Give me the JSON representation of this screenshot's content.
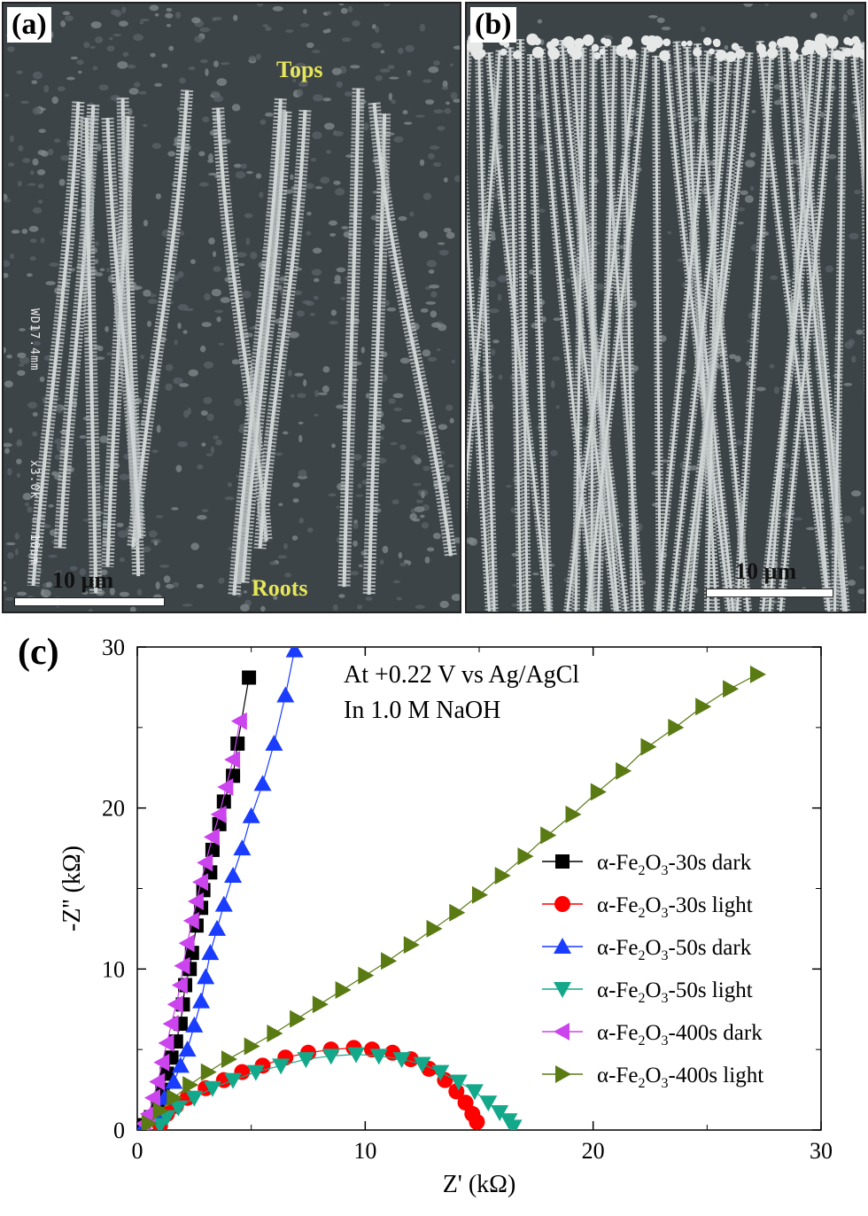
{
  "panels": {
    "a": {
      "label": "(a)",
      "top_annotation": "Tops",
      "bottom_annotation": "Roots",
      "scale_text": "10 µm",
      "instrument_text_1": "WD17.4mm",
      "instrument_text_2": "x3.0k",
      "instrument_text_3": "10um"
    },
    "b": {
      "label": "(b)",
      "scale_text": "10 µm"
    },
    "c": {
      "label": "(c)"
    }
  },
  "colors": {
    "sem_background": "#3d4448",
    "nanostructure": "#cfd4d4",
    "series_black": "#000000",
    "series_red": "#ff0000",
    "series_blue": "#1a3cff",
    "series_teal": "#14a88a",
    "series_violet": "#cc44ee",
    "series_olive": "#5a7a14"
  },
  "chart_data": {
    "type": "scatter",
    "xlabel": "Z' (kΩ)",
    "ylabel": "-Z'' (kΩ)",
    "xlim": [
      0,
      30
    ],
    "ylim": [
      0,
      30
    ],
    "xticks": [
      0,
      10,
      20,
      30
    ],
    "yticks": [
      0,
      10,
      20,
      30
    ],
    "annotation": [
      "At +0.22 V vs Ag/AgCl",
      "In 1.0 M NaOH"
    ],
    "legend_position": "center-right",
    "series": [
      {
        "name": "α-Fe2O3-30s dark",
        "marker": "square",
        "color": "#000000",
        "points": [
          [
            0.3,
            0.3
          ],
          [
            0.6,
            0.8
          ],
          [
            0.9,
            1.5
          ],
          [
            1.1,
            2.5
          ],
          [
            1.3,
            3.5
          ],
          [
            1.5,
            4.5
          ],
          [
            1.7,
            5.5
          ],
          [
            1.9,
            6.6
          ],
          [
            2.0,
            7.8
          ],
          [
            2.1,
            9.0
          ],
          [
            2.3,
            10.0
          ],
          [
            2.4,
            11.0
          ],
          [
            2.6,
            12.7
          ],
          [
            2.8,
            13.8
          ],
          [
            2.9,
            14.9
          ],
          [
            3.2,
            16.0
          ],
          [
            3.3,
            17.4
          ],
          [
            3.6,
            19.0
          ],
          [
            3.8,
            20.4
          ],
          [
            4.2,
            22.0
          ],
          [
            4.4,
            24.0
          ],
          [
            4.9,
            28.1
          ]
        ]
      },
      {
        "name": "α-Fe2O3-30s light",
        "marker": "circle",
        "color": "#ff0000",
        "points": [
          [
            1.0,
            0.3
          ],
          [
            1.3,
            1.0
          ],
          [
            1.7,
            1.5
          ],
          [
            2.2,
            2.0
          ],
          [
            3.0,
            2.6
          ],
          [
            3.8,
            3.1
          ],
          [
            4.6,
            3.6
          ],
          [
            5.5,
            4.0
          ],
          [
            6.5,
            4.5
          ],
          [
            7.5,
            4.8
          ],
          [
            8.5,
            5.0
          ],
          [
            9.5,
            5.1
          ],
          [
            10.3,
            5.0
          ],
          [
            11.2,
            4.8
          ],
          [
            12.0,
            4.4
          ],
          [
            12.8,
            3.8
          ],
          [
            13.5,
            3.1
          ],
          [
            14.0,
            2.4
          ],
          [
            14.4,
            1.7
          ],
          [
            14.7,
            1.0
          ],
          [
            14.9,
            0.5
          ]
        ]
      },
      {
        "name": "α-Fe2O3-50s dark",
        "marker": "triangle-up",
        "color": "#1a3cff",
        "points": [
          [
            0.3,
            0.3
          ],
          [
            0.8,
            1.0
          ],
          [
            1.2,
            2.0
          ],
          [
            1.6,
            3.0
          ],
          [
            1.9,
            4.0
          ],
          [
            2.2,
            5.0
          ],
          [
            2.5,
            6.5
          ],
          [
            2.8,
            8.0
          ],
          [
            3.0,
            9.5
          ],
          [
            3.2,
            11.0
          ],
          [
            3.5,
            12.5
          ],
          [
            3.8,
            14.0
          ],
          [
            4.2,
            15.8
          ],
          [
            4.6,
            17.5
          ],
          [
            5.0,
            19.5
          ],
          [
            5.5,
            21.5
          ],
          [
            6.0,
            24.0
          ],
          [
            6.5,
            27.0
          ],
          [
            6.9,
            29.8
          ]
        ]
      },
      {
        "name": "α-Fe2O3-50s light",
        "marker": "triangle-down",
        "color": "#14a88a",
        "points": [
          [
            1.0,
            0.3
          ],
          [
            1.3,
            0.8
          ],
          [
            1.8,
            1.4
          ],
          [
            2.5,
            2.0
          ],
          [
            3.3,
            2.6
          ],
          [
            4.2,
            3.1
          ],
          [
            5.2,
            3.6
          ],
          [
            6.3,
            4.0
          ],
          [
            7.4,
            4.4
          ],
          [
            8.5,
            4.6
          ],
          [
            9.6,
            4.7
          ],
          [
            10.6,
            4.6
          ],
          [
            11.6,
            4.4
          ],
          [
            12.5,
            4.1
          ],
          [
            13.3,
            3.6
          ],
          [
            14.1,
            3.0
          ],
          [
            14.8,
            2.4
          ],
          [
            15.4,
            1.7
          ],
          [
            15.9,
            1.1
          ],
          [
            16.3,
            0.6
          ],
          [
            16.5,
            0.2
          ]
        ]
      },
      {
        "name": "α-Fe2O3-400s dark",
        "marker": "triangle-left",
        "color": "#cc44ee",
        "points": [
          [
            0.3,
            0.4
          ],
          [
            0.5,
            1.0
          ],
          [
            0.7,
            2.0
          ],
          [
            0.9,
            3.0
          ],
          [
            1.1,
            4.2
          ],
          [
            1.3,
            5.4
          ],
          [
            1.5,
            6.6
          ],
          [
            1.7,
            7.8
          ],
          [
            1.9,
            9.0
          ],
          [
            2.0,
            10.2
          ],
          [
            2.2,
            11.6
          ],
          [
            2.4,
            13.0
          ],
          [
            2.6,
            14.2
          ],
          [
            2.8,
            15.4
          ],
          [
            3.0,
            16.6
          ],
          [
            3.3,
            18.2
          ],
          [
            3.6,
            19.6
          ],
          [
            3.9,
            21.3
          ],
          [
            4.2,
            23.0
          ],
          [
            4.5,
            25.4
          ]
        ]
      },
      {
        "name": "α-Fe2O3-400s light",
        "marker": "triangle-right",
        "color": "#5a7a14",
        "points": [
          [
            0.5,
            0.4
          ],
          [
            1.0,
            1.2
          ],
          [
            1.6,
            2.0
          ],
          [
            2.3,
            2.8
          ],
          [
            3.1,
            3.6
          ],
          [
            4.0,
            4.4
          ],
          [
            5.0,
            5.2
          ],
          [
            6.0,
            6.0
          ],
          [
            7.0,
            6.9
          ],
          [
            8.0,
            7.8
          ],
          [
            9.0,
            8.7
          ],
          [
            10.0,
            9.6
          ],
          [
            11.0,
            10.5
          ],
          [
            12.0,
            11.5
          ],
          [
            13.0,
            12.5
          ],
          [
            14.0,
            13.5
          ],
          [
            15.0,
            14.6
          ],
          [
            16.0,
            15.8
          ],
          [
            17.0,
            17.0
          ],
          [
            18.0,
            18.3
          ],
          [
            19.1,
            19.6
          ],
          [
            20.2,
            21.0
          ],
          [
            21.3,
            22.3
          ],
          [
            22.4,
            23.8
          ],
          [
            23.6,
            25.0
          ],
          [
            24.8,
            26.3
          ],
          [
            26.0,
            27.4
          ],
          [
            27.2,
            28.3
          ]
        ]
      }
    ]
  }
}
